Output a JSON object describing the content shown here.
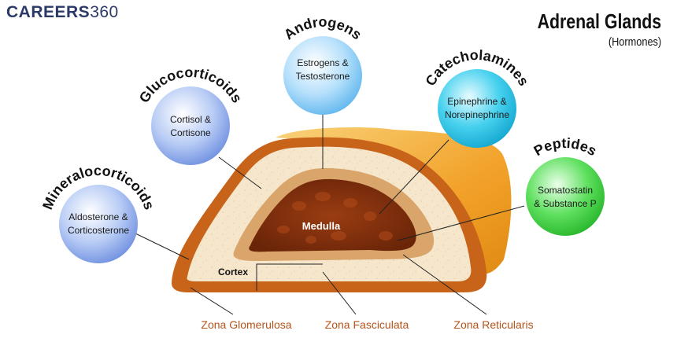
{
  "brand": {
    "name": "CAREERS",
    "number": "360"
  },
  "header": {
    "title": "Adrenal Glands",
    "subtitle": "(Hormones)"
  },
  "colors": {
    "text_orange": "#b5531a",
    "outer_cortex": "#c8641a",
    "cortex_fill": "#f5e6cc",
    "inner_band": "#d9a56b",
    "medulla": "#7a2d0c",
    "side_gold": "#f2a22a"
  },
  "hormones": [
    {
      "category": "Mineralocorticoids",
      "line1": "Aldosterone &",
      "line2": "Corticosterone",
      "color": "blue"
    },
    {
      "category": "Glucocorticoids",
      "line1": "Cortisol &",
      "line2": "Cortisone",
      "color": "blue"
    },
    {
      "category": "Androgens",
      "line1": "Estrogens &",
      "line2": "Testosterone",
      "color": "light-blue"
    },
    {
      "category": "Catecholamines",
      "line1": "Epinephrine &",
      "line2": "Norepinephrine",
      "color": "cyan"
    },
    {
      "category": "Peptides",
      "line1": "Somatostatin",
      "line2": "& Substance P",
      "color": "green"
    }
  ],
  "regions": {
    "medulla": "Medulla",
    "cortex": "Cortex"
  },
  "zones": {
    "glomerulosa": "Zona Glomerulosa",
    "fasciculata": "Zona Fasciculata",
    "reticularis": "Zona Reticularis"
  }
}
